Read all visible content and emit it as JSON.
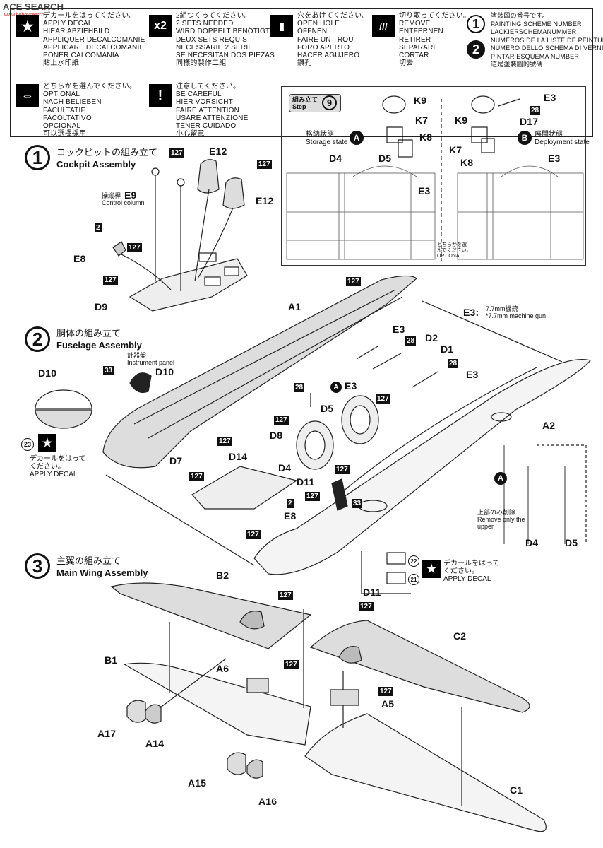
{
  "watermark": {
    "brand": "ACE SEARCH",
    "sub": "www.hobbysearch"
  },
  "legend": {
    "decal": "デカールをはってください。\nAPPLY DECAL\nHIEAR ABZIEHBILD\nAPPLIQUER DECALCOMANIE\nAPPLICARE DECALCOMANIE\nPONER CALCOMANIA\n貼上水印紙",
    "x2_icon": "x2",
    "x2": "2組つくってください。\n2 SETS NEEDED\nWIRD DOPPELT BENÖTIGT\nDEUX SETS REQUIS\nNECESSARIE 2 SERIE\nSE NECESITAN DOS PIEZAS\n同樣的製作二組",
    "hole": "穴をあけてください。\nOPEN HOLE\nÖFFNEN\nFAIRE UN TROU\nFORO APERTO\nHACER AGUJERO\n鑽孔",
    "remove": "切り取ってください。\nREMOVE\nENTFERNEN\nRETIRER\nSEPARARE\nCORTAR\n切去",
    "scheme": "塗装図の番号です。\nPAINTING SCHEME NUMBER\nLACKIERSCHEMANUMMER\nNUMÉROS DE LA LISTE DE PEINTURES\nNUMERO DELLO SCHEMA DI VERNICIATURA\nPINTAR ESQUEMA NUMBER\n這是塗裝圖的號碼",
    "scheme_n1": "1",
    "scheme_n2": "2",
    "optional": "どちらかを選んでください。\nOPTIONAL\nNACH BELIEBEN\nFACULTATIF\nFACOLTATIVO\nOPCIONAL\n可以選擇採用",
    "careful": "注意してください。\nBE CAREFUL\nHIER VORSICHT\nFAIRE ATTENTION\nUSARE ATTENZIONE\nTENER CUIDADO\n小心留意"
  },
  "inset": {
    "step_label": "組み立て\nStep",
    "step_num": "9",
    "storage": "格納状態\nStorage state",
    "deploy": "展開状態\nDeployment state",
    "optional_small": "どちらかを選\nんでください。\nOPTIONAL",
    "parts": [
      "K9",
      "K7",
      "K8",
      "D5",
      "D4",
      "E3",
      "E3",
      "28",
      "D17",
      "K9",
      "K7",
      "K8"
    ],
    "A": "A",
    "B": "B"
  },
  "step1": {
    "num": "1",
    "jp": "コックピットの組み立て",
    "en": "Cockpit Assembly",
    "control_column": "操縦桿\nControl column"
  },
  "step2": {
    "num": "2",
    "jp": "胴体の組み立て",
    "en": "Fuselage Assembly",
    "instrument_panel": "計器盤\nInstrument panel",
    "decal_note": "デカールをはって\nください。\nAPPLY DECAL",
    "decal_num": "23",
    "mg_note": "7.7mm機銃\n*7.7mm machine gun",
    "remove_upper": "上部のみ削除\nRemove only the\nupper",
    "apply_decal2": "デカールをはって\nください。\nAPPLY DECAL",
    "d22": "22",
    "d21": "21"
  },
  "step3": {
    "num": "3",
    "jp": "主翼の組み立て",
    "en": "Main Wing Assembly"
  },
  "part_labels": {
    "E12a": "E12",
    "E12b": "E12",
    "E9": "E9",
    "E8": "E8",
    "D9": "D9",
    "D10a": "D10",
    "D10b": "D10",
    "A1": "A1",
    "E3a": "E3",
    "E3b": "E3",
    "E3c": "E3",
    "D2": "D2",
    "D1": "D1",
    "E3d": "E3",
    "D5": "D5",
    "D4": "D4",
    "D11": "D11",
    "D14": "D14",
    "D8": "D8",
    "D7": "D7",
    "A2": "A2",
    "E8b": "E8",
    "D4b": "D4",
    "D5b": "D5",
    "D11b": "D11",
    "B2": "B2",
    "B1": "B1",
    "A6": "A6",
    "A17": "A17",
    "A14": "A14",
    "A15": "A15",
    "A16": "A16",
    "C2": "C2",
    "A5": "A5",
    "C1": "C1",
    "E3mg": "E3:"
  },
  "tags": {
    "t127": "127",
    "t2": "2",
    "t33": "33",
    "t28": "28"
  }
}
